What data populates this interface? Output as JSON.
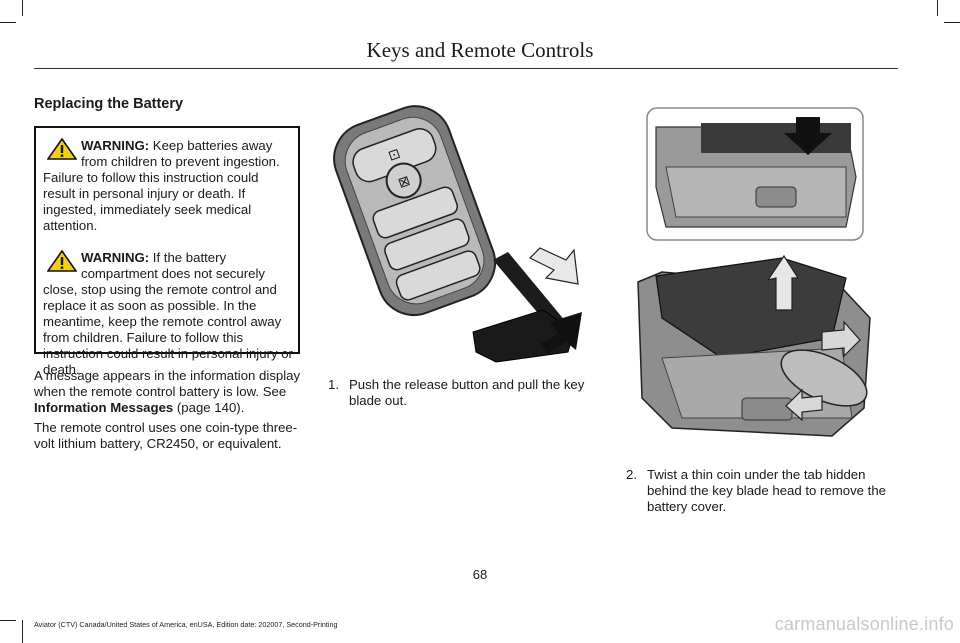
{
  "header": {
    "title": "Keys and Remote Controls"
  },
  "section": {
    "title": "Replacing the Battery"
  },
  "warnings": [
    {
      "label": "WARNING:",
      "text": " Keep batteries away from children to prevent ingestion. Failure to follow this instruction could result in personal injury or death. If ingested, immediately seek medical attention."
    },
    {
      "label": "WARNING:",
      "text": " If the battery compartment does not securely close, stop using the remote control and replace it as soon as possible. In the meantime, keep the remote control away from children. Failure to follow this instruction could result in personal injury or death."
    }
  ],
  "paragraphs": {
    "p1_pre": "A message appears in the information display when the remote control battery is low. See ",
    "p1_link": "Information Messages",
    "p1_post": " (page 140).",
    "p2": "The remote control uses one coin-type three-volt lithium battery, CR2450, or equivalent."
  },
  "steps": [
    {
      "num": "1.",
      "text": "Push the release button and pull the key blade out."
    },
    {
      "num": "2.",
      "text": "Twist a thin coin under the tab hidden behind the key blade head to remove the battery cover."
    }
  ],
  "page_number": "68",
  "footer": "Aviator (CTV) Canada/United States of America, enUSA, Edition date: 202007, Second-Printing",
  "watermark": "carmanualsonline.info",
  "icons": {
    "warning": "warning-triangle-icon"
  }
}
